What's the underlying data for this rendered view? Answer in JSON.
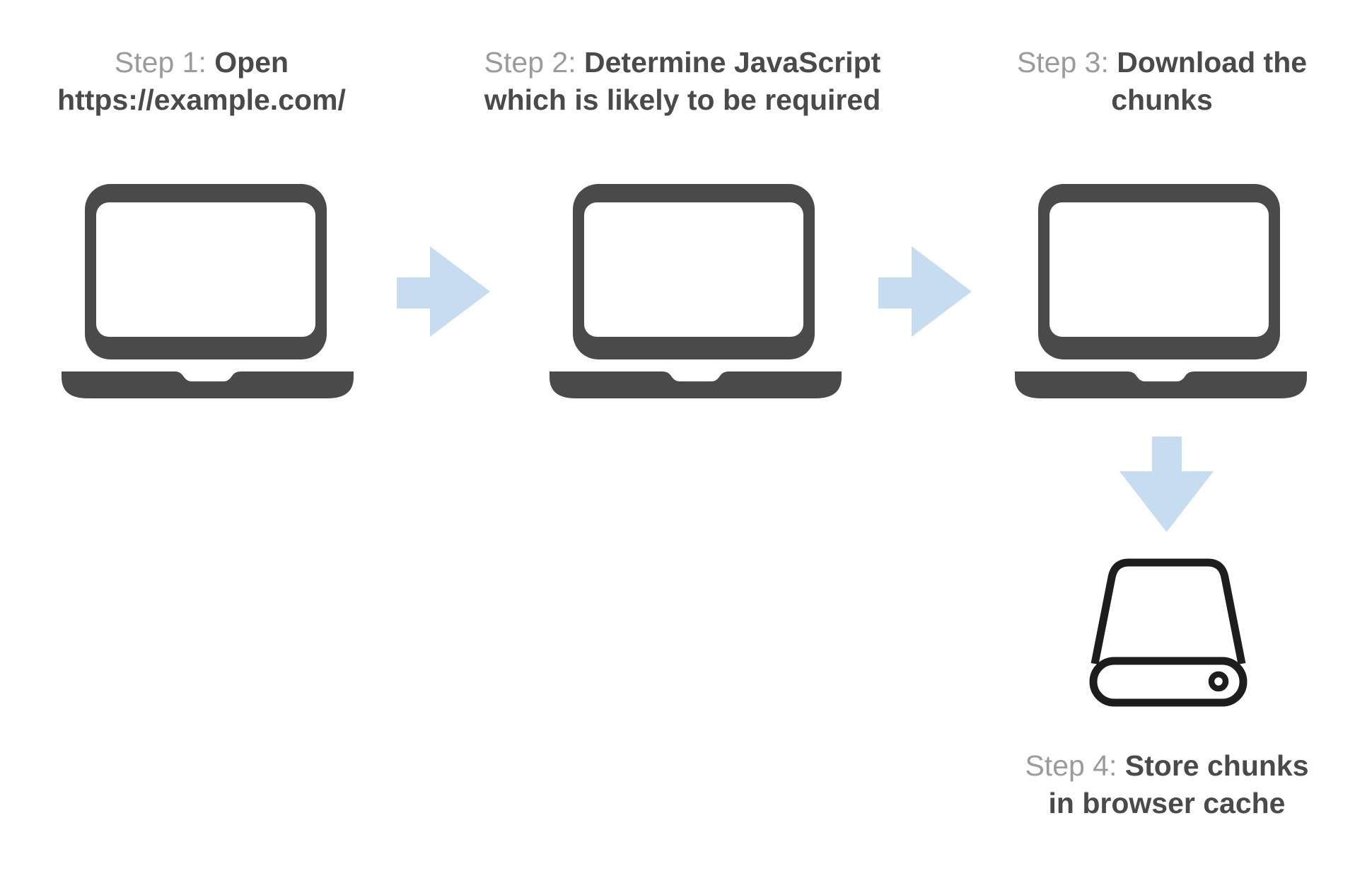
{
  "diagram": {
    "title_implicit": "Code-splitting flow",
    "steps": [
      {
        "id": 1,
        "prefix": "Step 1:",
        "title_line1": "Open",
        "title_line2": "https://example.com/",
        "icon": "laptop-icon"
      },
      {
        "id": 2,
        "prefix": "Step 2:",
        "title_line1": "Determine JavaScript",
        "title_line2": "which is likely to be required",
        "icon": "laptop-icon"
      },
      {
        "id": 3,
        "prefix": "Step 3:",
        "title_line1": "Download the",
        "title_line2": "chunks",
        "icon": "laptop-icon"
      },
      {
        "id": 4,
        "prefix": "Step 4:",
        "title_line1": "Store chunks",
        "title_line2": "in browser cache",
        "icon": "hard-drive-icon"
      }
    ],
    "connectors": [
      {
        "from": 1,
        "to": 2,
        "direction": "right"
      },
      {
        "from": 2,
        "to": 3,
        "direction": "right"
      },
      {
        "from": 3,
        "to": 4,
        "direction": "down"
      }
    ],
    "colors": {
      "device": "#4a4a4a",
      "drive_outline": "#1d1d1d",
      "arrow": "#c6dcf0",
      "step_prefix": "#9b9b9b",
      "step_title": "#4a4a4a",
      "background": "#ffffff"
    }
  }
}
